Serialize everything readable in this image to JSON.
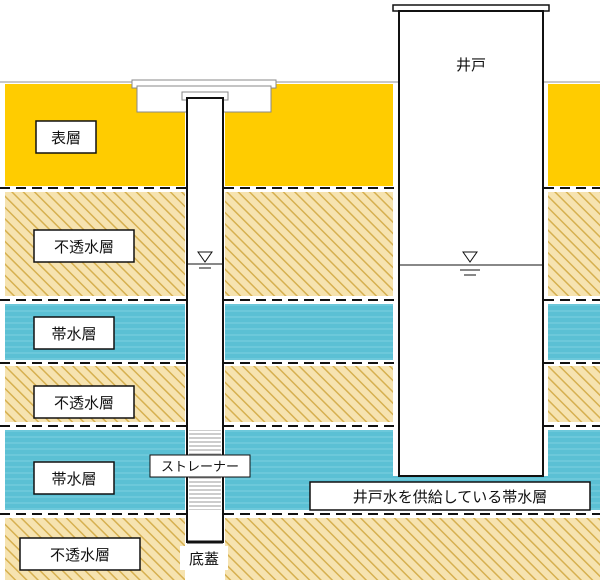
{
  "labels": {
    "surface": "表層",
    "impermeable_1": "不透水層",
    "aquifer_1": "帯水層",
    "impermeable_2": "不透水層",
    "aquifer_2": "帯水層",
    "impermeable_3": "不透水層",
    "well": "井戸",
    "strainer": "ストレーナー",
    "bottom_cap": "底蓋",
    "supply_aquifer": "井戸水を供給している帯水層"
  },
  "colors": {
    "surface": "#ffcc00",
    "impermeable": "#f6e3b0",
    "hatch": "#d6b050",
    "aquifer": "#5bc0d4",
    "aquifer_stripe": "#7dd0e0",
    "outline": "#000000"
  }
}
